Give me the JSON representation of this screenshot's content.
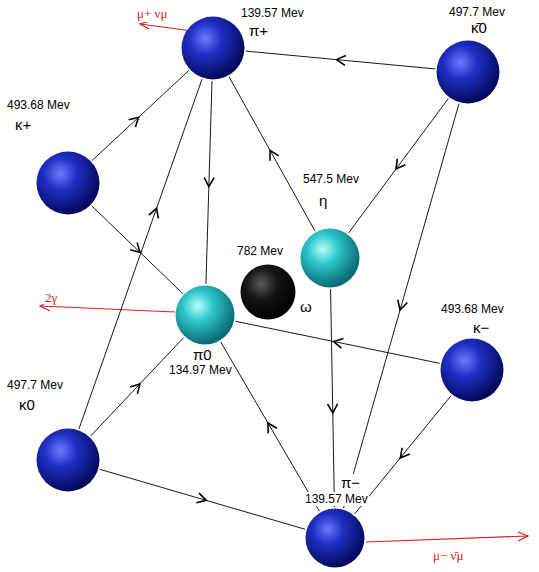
{
  "diagram": {
    "nodes": [
      {
        "text": [
          "139.57 Mev",
          "π+"
        ]
      },
      {
        "text": [
          "497.7 Mev",
          "κ̄0"
        ]
      },
      {
        "text": [
          "493.68 Mev",
          "κ+"
        ]
      },
      {
        "text": [
          "547.5 Mev",
          "η"
        ]
      },
      {
        "text": [
          "782 Mev",
          "ω"
        ]
      },
      {
        "text": [
          "π0",
          "134.97 Mev"
        ]
      },
      {
        "text": [
          "493.68 Mev",
          "κ−"
        ]
      },
      {
        "text": [
          "497.7 Mev",
          "κ0"
        ]
      },
      {
        "text": [
          "π−",
          "139.57 Mev"
        ]
      }
    ],
    "edges": [
      {
        "from": 1,
        "to": 0,
        "arrow": "to"
      },
      {
        "from": 2,
        "to": 0,
        "arrow": "to"
      },
      {
        "from": 7,
        "to": 0,
        "arrow": "to"
      },
      {
        "from": 0,
        "to": 5,
        "arrow": "to"
      },
      {
        "from": 3,
        "to": 0,
        "arrow": "to"
      },
      {
        "from": 2,
        "to": 5,
        "arrow": "to"
      },
      {
        "from": 7,
        "to": 5,
        "arrow": "to"
      },
      {
        "from": 6,
        "to": 5,
        "arrow": "to"
      },
      {
        "from": 8,
        "to": 5,
        "arrow": "to"
      },
      {
        "from": 1,
        "to": 3,
        "arrow": "to"
      },
      {
        "from": 3,
        "to": 8,
        "arrow": "to"
      },
      {
        "from": 1,
        "to": 8,
        "arrow": "to"
      },
      {
        "from": 6,
        "to": 8,
        "arrow": "to"
      },
      {
        "from": 7,
        "to": 8,
        "arrow": "to"
      }
    ],
    "labels": [
      "μ+ νμ",
      "2γ",
      "μ− ν̄μ"
    ]
  }
}
